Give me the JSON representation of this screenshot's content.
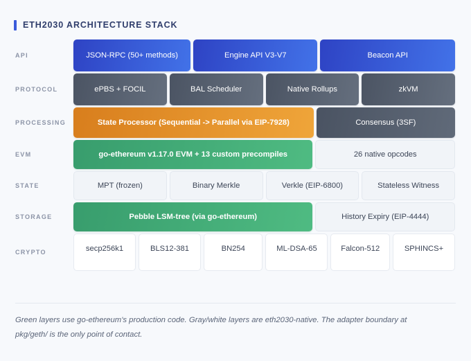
{
  "title": "ETH2030 ARCHITECTURE STACK",
  "accent_color": "#3b5bdb",
  "background_color": "#f7f9fc",
  "palette": {
    "blue_from": "#2e43c4",
    "blue_to": "#4272e8",
    "gray_from": "#4b5463",
    "gray_to": "#656f7e",
    "orange_from": "#d87e1d",
    "orange_to": "#efa53a",
    "green_from": "#389d6d",
    "green_to": "#4fbb82",
    "light": "#f1f4f8",
    "white": "#ffffff"
  },
  "rows": [
    {
      "label": "API",
      "cells": [
        {
          "text": "JSON-RPC (50+ methods)",
          "style": "blue",
          "flex": 31
        },
        {
          "text": "Engine API V3-V7",
          "style": "blue",
          "flex": 33
        },
        {
          "text": "Beacon API",
          "style": "blue",
          "flex": 36
        }
      ]
    },
    {
      "label": "PROTOCOL",
      "cells": [
        {
          "text": "ePBS + FOCIL",
          "style": "gray",
          "flex": 25
        },
        {
          "text": "BAL Scheduler",
          "style": "gray",
          "flex": 25
        },
        {
          "text": "Native Rollups",
          "style": "gray",
          "flex": 25
        },
        {
          "text": "zkVM",
          "style": "gray",
          "flex": 25
        }
      ]
    },
    {
      "label": "PROCESSING",
      "cells": [
        {
          "text": "State Processor (Sequential -> Parallel via EIP-7928)",
          "style": "orange",
          "flex": 64
        },
        {
          "text": "Consensus (3SF)",
          "style": "slate",
          "flex": 36
        }
      ]
    },
    {
      "label": "EVM",
      "cells": [
        {
          "text": "go-ethereum v1.17.0 EVM + 13 custom precompiles",
          "style": "green",
          "flex": 64
        },
        {
          "text": "26 native opcodes",
          "style": "light",
          "flex": 36
        }
      ]
    },
    {
      "label": "STATE",
      "cells": [
        {
          "text": "MPT (frozen)",
          "style": "light",
          "flex": 25
        },
        {
          "text": "Binary Merkle",
          "style": "light",
          "flex": 25
        },
        {
          "text": "Verkle (EIP-6800)",
          "style": "light",
          "flex": 25
        },
        {
          "text": "Stateless Witness",
          "style": "light",
          "flex": 25
        }
      ]
    },
    {
      "label": "STORAGE",
      "cells": [
        {
          "text": "Pebble LSM-tree (via go-ethereum)",
          "style": "green",
          "flex": 64
        },
        {
          "text": "History Expiry (EIP-4444)",
          "style": "light",
          "flex": 36
        }
      ]
    },
    {
      "label": "CRYPTO",
      "cells": [
        {
          "text": "secp256k1",
          "style": "white",
          "flex": 17
        },
        {
          "text": "BLS12-381",
          "style": "white",
          "flex": 17
        },
        {
          "text": "BN254",
          "style": "white",
          "flex": 16
        },
        {
          "text": "ML-DSA-65",
          "style": "white",
          "flex": 17
        },
        {
          "text": "Falcon-512",
          "style": "white",
          "flex": 16
        },
        {
          "text": "SPHINCS+",
          "style": "white",
          "flex": 17
        }
      ]
    }
  ],
  "footer": {
    "note": "Green layers use go-ethereum's production code. Gray/white layers are eth2030-native. The adapter boundary at pkg/geth/ is the only point of contact."
  }
}
